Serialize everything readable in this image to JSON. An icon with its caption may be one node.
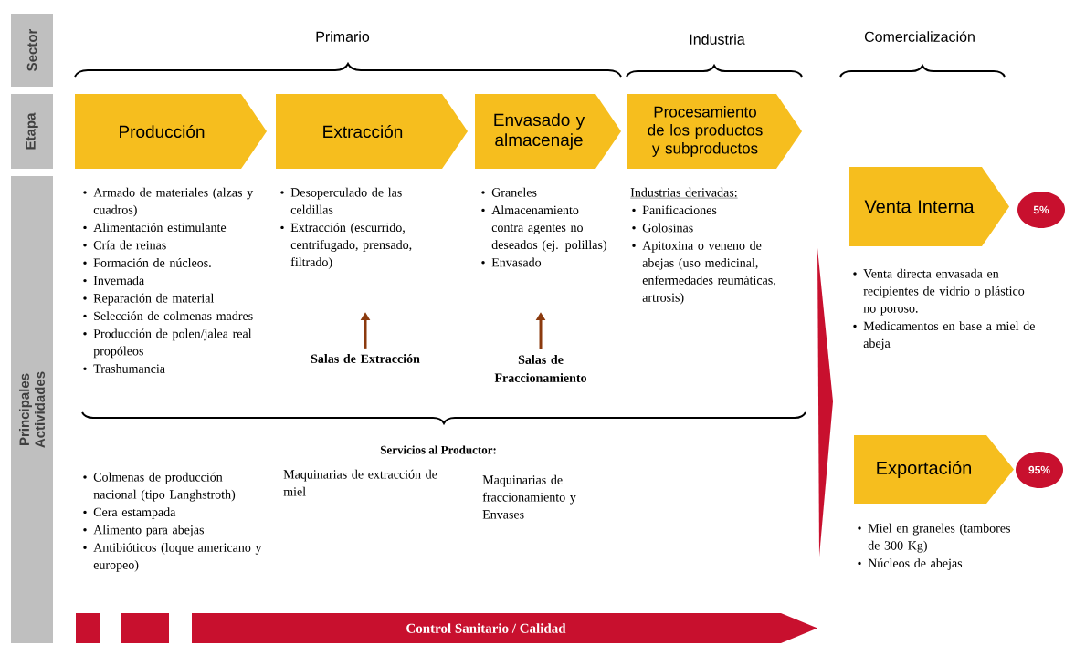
{
  "diagram": {
    "nodes": [
      {
        "text": [
          "Sector"
        ]
      },
      {
        "text": [
          "Etapa"
        ]
      },
      {
        "text": [
          "Principales Actividades"
        ]
      },
      {
        "text": [
          "Producción"
        ]
      },
      {
        "text": [
          "Extracción"
        ]
      },
      {
        "text": [
          "Envasado y almacenaje"
        ]
      },
      {
        "text": [
          "Procesamiento de los productos y subproductos"
        ]
      },
      {
        "text": [
          "Venta Interna"
        ]
      },
      {
        "text": [
          "5%"
        ]
      },
      {
        "text": [
          "Salas de Extracción"
        ]
      },
      {
        "text": [
          "Salas de Fraccionamiento"
        ]
      },
      {
        "text": [
          "Exportación"
        ]
      },
      {
        "text": [
          "95%"
        ]
      },
      {
        "text": [
          "Control Sanitario / Calidad"
        ]
      }
    ],
    "edges": [
      {
        "from": 9,
        "to": null,
        "arrow": "to"
      },
      {
        "from": 10,
        "to": null,
        "arrow": "to"
      }
    ],
    "labels": [
      "Primario",
      "Industria",
      "Comercialización",
      "Armado de materiales (alzas y cuadros)",
      "Alimentación estimulante",
      "Cría de reinas",
      "Formación de núcleos.",
      "Invernada",
      "Reparación de material",
      "Selección de colmenas madres",
      "Producción de polen/jalea real propóleos",
      "Trashumancia",
      "Desoperculado de las celdillas",
      "Extracción (escurrido, centrifugado, prensado, filtrado)",
      "Graneles",
      "Almacenamiento contra agentes no deseados (ej. polillas)",
      "Envasado",
      "Industrias derivadas:",
      "Panificaciones",
      "Golosinas",
      "Apitoxina o veneno de abejas (uso medicinal, enfermedades reumáticas, artrosis)",
      "Venta directa envasada en recipientes de vidrio o plástico no poroso.",
      "Medicamentos en base a miel de abeja",
      "Servicios al Productor:",
      "Colmenas de producción nacional (tipo Langhstroth)",
      "Cera estampada",
      "Alimento para abejas",
      "Antibióticos (loque americano y europeo)",
      "Maquinarias de extracción de miel",
      "Maquinarias de fraccionamiento y Envases",
      "Miel en graneles (tambores de 300 Kg)",
      "Núcleos de abejas"
    ]
  }
}
